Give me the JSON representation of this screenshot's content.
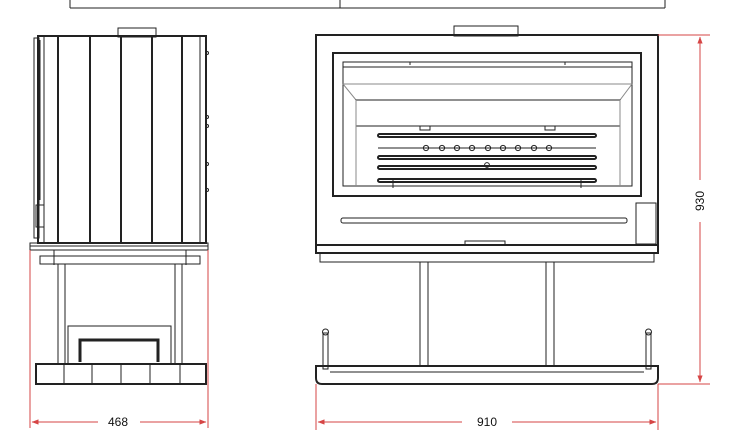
{
  "dimensions": {
    "depth": "468",
    "width": "910",
    "height": "930"
  },
  "colors": {
    "outline": "#222222",
    "dimension_line": "#d64545",
    "background": "#ffffff"
  }
}
